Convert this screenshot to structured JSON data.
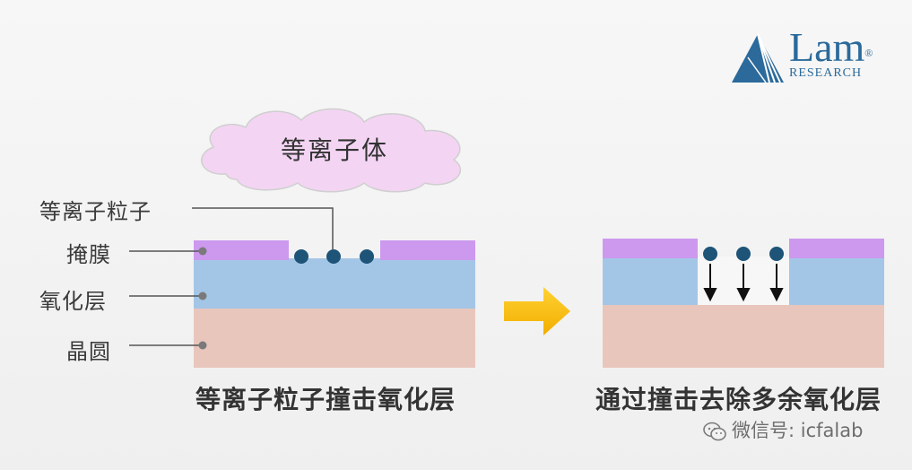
{
  "logo": {
    "name": "Lam",
    "registered": "®",
    "subtitle": "RESEARCH"
  },
  "diagram": {
    "plasma_label": "等离子体",
    "labels": {
      "particles": "等离子粒子",
      "mask": "掩膜",
      "oxide": "氧化层",
      "wafer": "晶圆"
    },
    "captions": {
      "left": "等离子粒子撞击氧化层",
      "right": "通过撞击去除多余氧化层"
    },
    "colors": {
      "mask": "#cc99ee",
      "oxide": "#a4c6e6",
      "wafer": "#e8c6bc",
      "particle": "#1d5478",
      "cloud": "#f3d5f3",
      "arrow": "#f7be0b"
    }
  },
  "watermark": {
    "text": "微信号: icfalab"
  }
}
